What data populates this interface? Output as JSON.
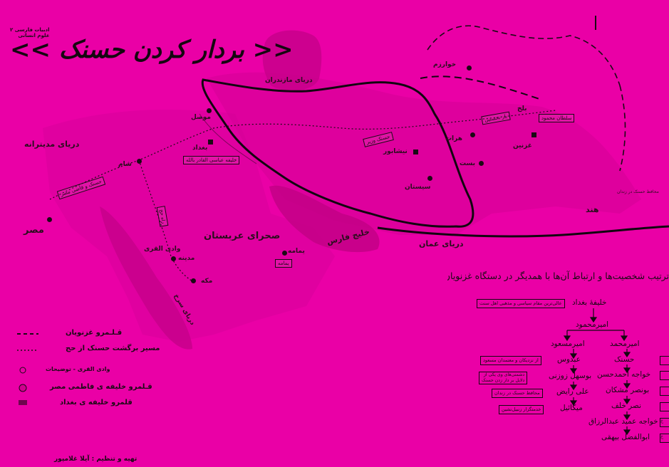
{
  "map": {
    "title": "<< بردار کردن حسنک >>",
    "subtitle_line1": "ادبیات فارسی ۲",
    "subtitle_line2": "علوم انسانی",
    "labels": {
      "mazandaran_sea": "دریای مازندران",
      "khwarazm": "خوارزم",
      "mediterranean": "دریای مدیترانه",
      "mosul": "موصل",
      "baghdad": "بغداد",
      "sham": "شام",
      "egypt": "مصر",
      "wadi_qura": "وادی القری",
      "madina": "مدینه",
      "makka": "مکه",
      "arabia_desert": "صحرای عربستان",
      "persian_gulf": "خلیج فارس",
      "oman_sea": "دریای عمان",
      "neyshabur": "نیشابور",
      "sistan": "سیستان",
      "balkh": "بلخ",
      "herat": "هرات",
      "ghazni": "غزنین",
      "bost": "بست",
      "hind": "هند",
      "yamama": "یمامه",
      "red_sea": "دریای سرخ",
      "hasanak_prison": "محافظ حسنک در زندان"
    },
    "boxes": {
      "baghdad_box": "خلیفه عباسی القادر بالله",
      "sham_box": "حسنک و قاضی مصر",
      "ghazni_box": "سلطان محمود",
      "balkh_box": "بار نخستین",
      "neyshabur_box": "حسنک وزیر",
      "hajj_box": "راه حج",
      "yamama_box": "یمامه"
    },
    "legend": {
      "ghaznavid": "قـلـمرو غزنویان",
      "hajj_route": "مسیر برگشت حسنک از حج",
      "wadi_note": "وادی القری - توضیحات",
      "fatimid": "قـلمرو خلیفه ی فاطمی مصر",
      "baghdad_caliph": "قلمرو خلیفه ی بغداد"
    },
    "credit": "تهیه و تنظیم : آیلا غلامپور"
  },
  "chart": {
    "title": "ترتیب شخصیت‌ها و ارتباط آن‌ها با همدیگر در دستگاه غزنویان",
    "nodes": {
      "caliph": "خلیفهٔ بغداد",
      "mahmud": "امیرمحمود",
      "masud": "امیرمسعود",
      "muhammad": "امیرمحمد",
      "abdous": "عبدوس",
      "bousahl": "بوسهل زوزنی",
      "ali_raiz": "علی رایض",
      "mikail": "میکائیل",
      "hasanak": "حسنک",
      "ahmad_hasan": "خواجه احمدحسن",
      "bonasr": "بونصر مشکان",
      "nasr_khalaf": "نصر خلف",
      "abdolrazzagh": "خواجه عمید عبدالرزاق",
      "beyhaqi": "ابوالفضل بیهقی"
    },
    "notes": {
      "caliph_note": "عالی‌ترین مقام سیاسی و مذهبی اهل سنت",
      "abdous_note": "از نزدیکان و معتمدان مسعود",
      "bousahl_note_1": "دشمنی‌های وی یکی از",
      "bousahl_note_2": "دلایل بر دار زدن حسنک",
      "ali_note": "محافظ حسنک در زندان",
      "mikail_note": "خدمتگزار زنبیل‌نشین"
    },
    "side_labels": [
      "",
      "",
      "",
      "",
      "خ",
      "خ"
    ]
  }
}
